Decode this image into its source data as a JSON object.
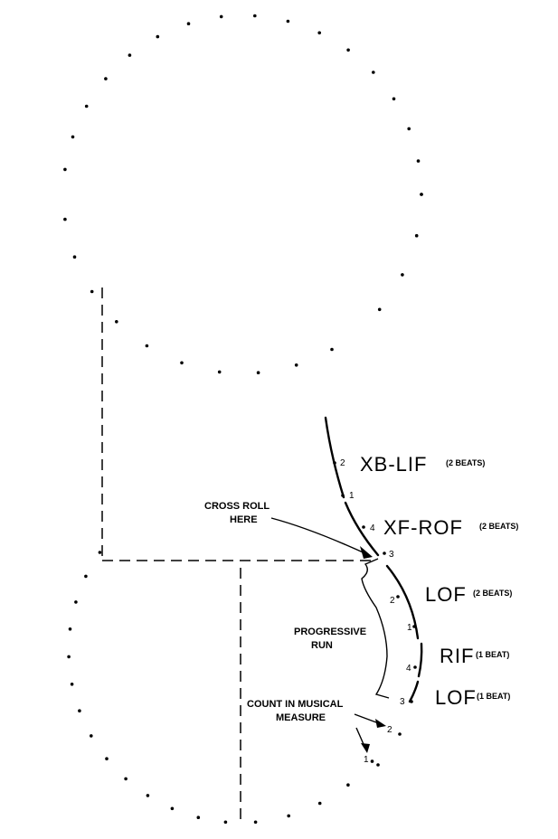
{
  "steps": [
    {
      "id": "xb-lif",
      "label": "XB-LIF",
      "beats": "(2 BEATS)"
    },
    {
      "id": "xf-rof",
      "label": "XF-ROF",
      "beats": "(2 BEATS)"
    },
    {
      "id": "lof-1",
      "label": "LOF",
      "beats": "(2 BEATS)"
    },
    {
      "id": "rif",
      "label": "RIF",
      "beats": "(1 BEAT)"
    },
    {
      "id": "lof-2",
      "label": "LOF",
      "beats": "(1 BEAT)"
    }
  ],
  "annotations": {
    "cross_roll": [
      "CROSS ROLL",
      "HERE"
    ],
    "progressive_run": [
      "PROGRESSIVE",
      "RUN"
    ],
    "count": [
      "COUNT IN MUSICAL",
      "MEASURE"
    ]
  },
  "counts": {
    "xb_2": "2",
    "xb_1": "1",
    "xf_4": "4",
    "xf_3": "3",
    "lof_2": "2",
    "lof_1": "1",
    "rif_4": "4",
    "lof_3": "3",
    "end_2": "2",
    "end_1": "1"
  }
}
